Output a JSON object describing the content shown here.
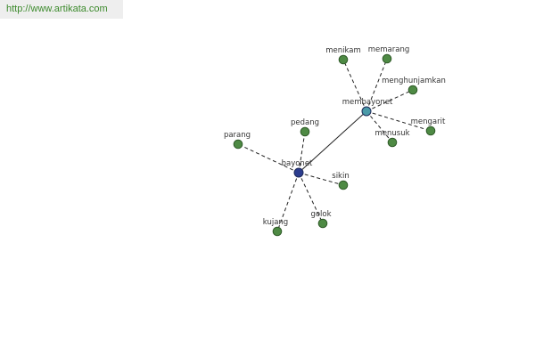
{
  "header": {
    "url": "http://www.artikata.com"
  },
  "colors": {
    "leaf_fill": "#4e8a44",
    "leaf_stroke": "#2f5a28",
    "bayonet_fill": "#2b3c8e",
    "membayonet_fill": "#4a9aa8",
    "edge": "#222222",
    "url_text": "#3c8a2c"
  },
  "graph": {
    "nodes": [
      {
        "id": "bayonet",
        "label": "bayonet",
        "kind": "hub-primary"
      },
      {
        "id": "membayonet",
        "label": "membayonet",
        "kind": "hub-secondary"
      },
      {
        "id": "parang",
        "label": "parang",
        "kind": "leaf"
      },
      {
        "id": "pedang",
        "label": "pedang",
        "kind": "leaf"
      },
      {
        "id": "sikin",
        "label": "sikin",
        "kind": "leaf"
      },
      {
        "id": "golok",
        "label": "golok",
        "kind": "leaf"
      },
      {
        "id": "kujang",
        "label": "kujang",
        "kind": "leaf"
      },
      {
        "id": "menikam",
        "label": "menikam",
        "kind": "leaf"
      },
      {
        "id": "memarang",
        "label": "memarang",
        "kind": "leaf"
      },
      {
        "id": "menghunjamkan",
        "label": "menghunjamkan",
        "kind": "leaf"
      },
      {
        "id": "mengarit",
        "label": "mengarit",
        "kind": "leaf"
      },
      {
        "id": "menusuk",
        "label": "menusuk",
        "kind": "leaf"
      }
    ],
    "edges": [
      {
        "from": "bayonet",
        "to": "membayonet",
        "style": "solid"
      },
      {
        "from": "bayonet",
        "to": "parang",
        "style": "dashed"
      },
      {
        "from": "bayonet",
        "to": "pedang",
        "style": "dashed"
      },
      {
        "from": "bayonet",
        "to": "sikin",
        "style": "dashed"
      },
      {
        "from": "bayonet",
        "to": "golok",
        "style": "dashed"
      },
      {
        "from": "bayonet",
        "to": "kujang",
        "style": "dashed"
      },
      {
        "from": "membayonet",
        "to": "menikam",
        "style": "dashed"
      },
      {
        "from": "membayonet",
        "to": "memarang",
        "style": "dashed"
      },
      {
        "from": "membayonet",
        "to": "menghunjamkan",
        "style": "dashed"
      },
      {
        "from": "membayonet",
        "to": "mengarit",
        "style": "dashed"
      },
      {
        "from": "membayonet",
        "to": "menusuk",
        "style": "dashed"
      }
    ]
  }
}
